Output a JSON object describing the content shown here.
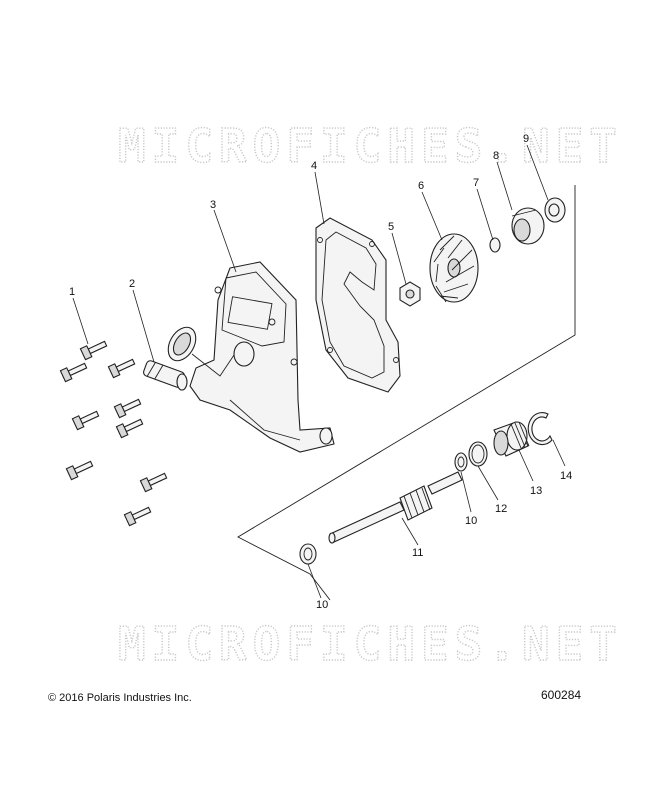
{
  "watermark": {
    "text": "MICROFICHES.NET"
  },
  "callouts": [
    {
      "id": "1",
      "label": "1"
    },
    {
      "id": "2",
      "label": "2"
    },
    {
      "id": "3",
      "label": "3"
    },
    {
      "id": "4",
      "label": "4"
    },
    {
      "id": "5",
      "label": "5"
    },
    {
      "id": "6",
      "label": "6"
    },
    {
      "id": "7",
      "label": "7"
    },
    {
      "id": "8",
      "label": "8"
    },
    {
      "id": "9",
      "label": "9"
    },
    {
      "id": "10a",
      "label": "10"
    },
    {
      "id": "10b",
      "label": "10"
    },
    {
      "id": "11",
      "label": "11"
    },
    {
      "id": "12",
      "label": "12"
    },
    {
      "id": "13",
      "label": "13"
    },
    {
      "id": "14",
      "label": "14"
    }
  ],
  "footer": {
    "copyright": "© 2016 Polaris Industries Inc.",
    "figure_number": "600284"
  }
}
